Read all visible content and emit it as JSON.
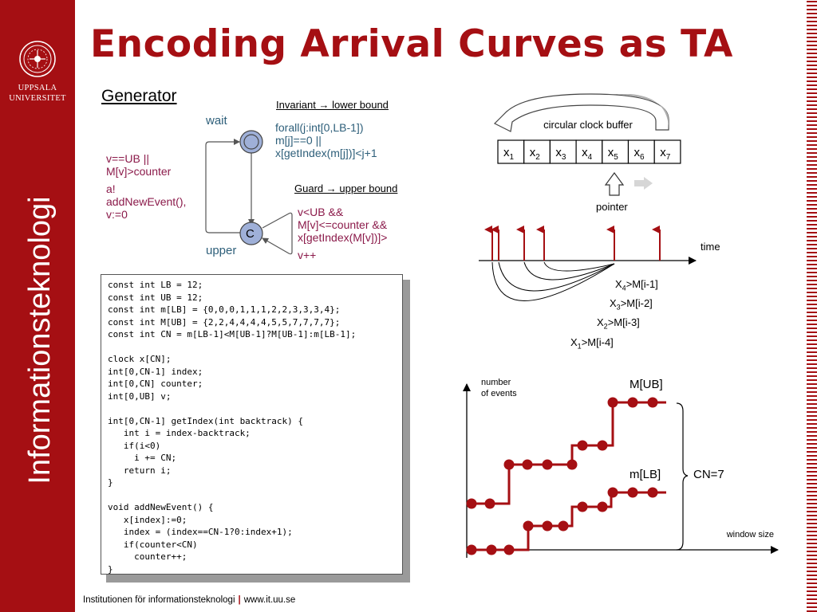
{
  "slide": {
    "title": "Encoding Arrival Curves as TA",
    "sidebar_label": "Informationsteknologi",
    "logo_line1": "UPPSALA",
    "logo_line2": "UNIVERSITET",
    "footer_institution": "Institutionen för informationsteknologi",
    "footer_separator": "|",
    "footer_url": "www.it.uu.se"
  },
  "colors": {
    "brand": "#a50f13",
    "automaton_text": "#2e5f7a",
    "guard_text": "#8b1a4a",
    "location_fill": "#9fb0d8"
  },
  "automaton": {
    "heading": "Generator",
    "wait_label": "wait",
    "upper_label": "upper",
    "committed_symbol": "C",
    "invariant_heading": "Invariant → lower bound",
    "invariant_lines": [
      "forall(j:int[0,LB-1])",
      "m[j]==0 ||",
      "x[getIndex(m[j])]<j+1"
    ],
    "left_edge_lines": [
      "v==UB ||",
      "M[v]>counter",
      "a!",
      "addNewEvent(),",
      "v:=0"
    ],
    "guard_heading": "Guard → upper bound",
    "guard_lines": [
      "v<UB &&",
      "M[v]<=counter &&",
      "x[getIndex(M[v])]>",
      "v++"
    ]
  },
  "code": {
    "lines": [
      "const int LB = 12;",
      "const int UB = 12;",
      "const int m[LB] = {0,0,0,1,1,1,2,2,3,3,3,4};",
      "const int M[UB] = {2,2,4,4,4,4,5,5,7,7,7,7};",
      "const int CN = m[LB-1]<M[UB-1]?M[UB-1]:m[LB-1];",
      "",
      "clock x[CN];",
      "int[0,CN-1] index;",
      "int[0,CN] counter;",
      "int[0,UB] v;",
      "",
      "int[0,CN-1] getIndex(int backtrack) {",
      "   int i = index-backtrack;",
      "   if(i<0)",
      "     i += CN;",
      "   return i;",
      "}",
      "",
      "void addNewEvent() {",
      "   x[index]:=0;",
      "   index = (index==CN-1?0:index+1);",
      "   if(counter<CN)",
      "     counter++;",
      "}"
    ]
  },
  "buffer": {
    "caption": "circular clock buffer",
    "cells": [
      {
        "base": "x",
        "sub": "1"
      },
      {
        "base": "x",
        "sub": "2"
      },
      {
        "base": "x",
        "sub": "3"
      },
      {
        "base": "x",
        "sub": "4"
      },
      {
        "base": "x",
        "sub": "5"
      },
      {
        "base": "x",
        "sub": "6"
      },
      {
        "base": "x",
        "sub": "7"
      }
    ],
    "pointer_label": "pointer"
  },
  "timeline": {
    "axis_label": "time",
    "conditions": [
      {
        "base": "X",
        "sub": "4",
        "rest": ">M[i-1]"
      },
      {
        "base": "X",
        "sub": "3",
        "rest": ">M[i-2]"
      },
      {
        "base": "X",
        "sub": "2",
        "rest": ">M[i-3]"
      },
      {
        "base": "X",
        "sub": "1",
        "rest": ">M[i-4]"
      }
    ]
  },
  "curves": {
    "y_label_line1": "number",
    "y_label_line2": "of events",
    "x_label": "window size",
    "upper_label": "M[UB]",
    "lower_label": "m[LB]",
    "brace_label": "CN=7"
  }
}
